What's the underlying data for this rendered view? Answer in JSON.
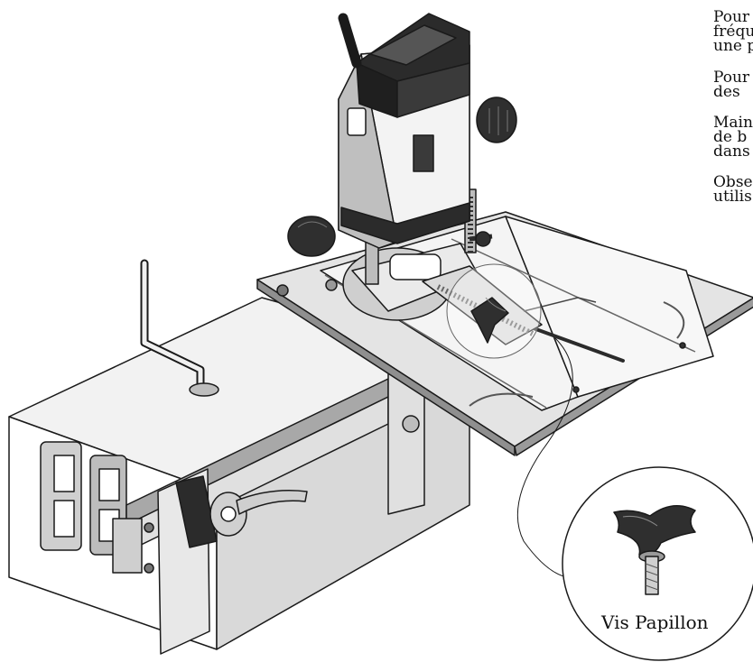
{
  "paragraphs": [
    [
      "Pour",
      "fréqu",
      "une p"
    ],
    [
      "Pour",
      "des"
    ],
    [
      "Main",
      "de b",
      "dans"
    ],
    [
      "Obse",
      "utilis"
    ]
  ],
  "callout": {
    "label": "Vis Papillon"
  },
  "icons": [
    "router-illustration",
    "wing-screw-icon"
  ],
  "colors": {
    "dark": "#2b2b2b",
    "mid": "#9a9a9a",
    "light": "#e6e6e6",
    "line": "#1a1a1a"
  }
}
